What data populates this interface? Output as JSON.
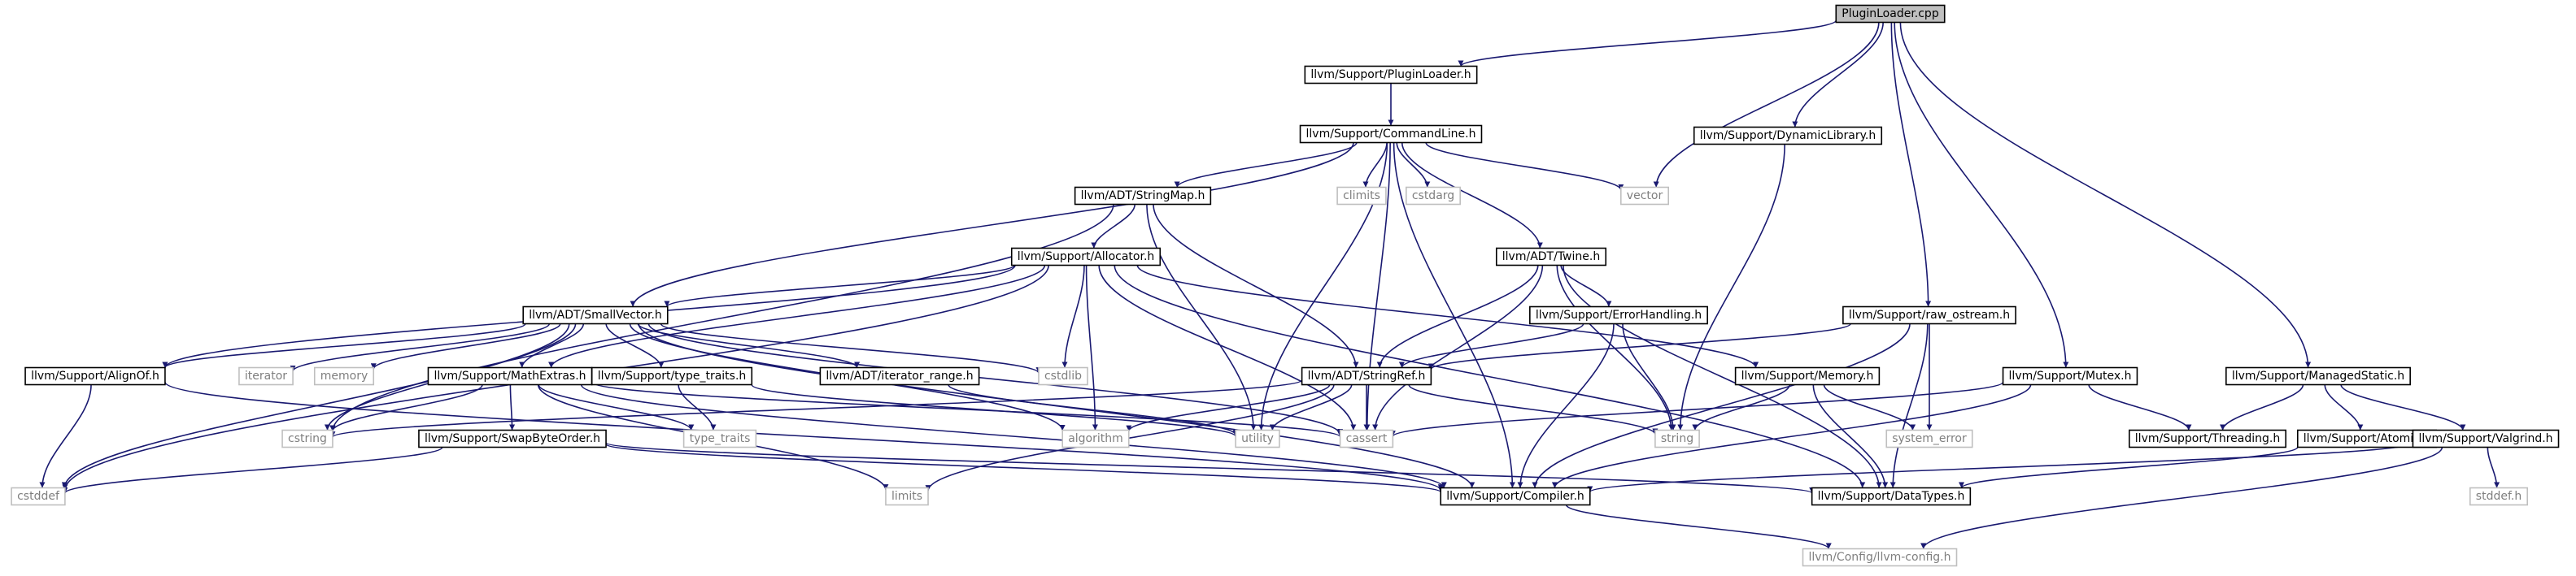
{
  "colors": {
    "edge": "#191970",
    "root_fill": "#bfbfbf",
    "ext_text": "#7f7f7f",
    "ext_border": "#bfbfbf"
  },
  "nodes": [
    {
      "id": "PluginLoader.cpp",
      "label": "PluginLoader.cpp",
      "kind": "root"
    },
    {
      "id": "llvm/Support/PluginLoader.h",
      "label": "llvm/Support/PluginLoader.h",
      "kind": "int"
    },
    {
      "id": "llvm/Support/CommandLine.h",
      "label": "llvm/Support/CommandLine.h",
      "kind": "int"
    },
    {
      "id": "llvm/Support/DynamicLibrary.h",
      "label": "llvm/Support/DynamicLibrary.h",
      "kind": "int"
    },
    {
      "id": "llvm/Support/raw_ostream.h",
      "label": "llvm/Support/raw_ostream.h",
      "kind": "int"
    },
    {
      "id": "llvm/Support/Mutex.h",
      "label": "llvm/Support/Mutex.h",
      "kind": "int"
    },
    {
      "id": "llvm/Support/ManagedStatic.h",
      "label": "llvm/Support/ManagedStatic.h",
      "kind": "int"
    },
    {
      "id": "vector",
      "label": "vector",
      "kind": "ext"
    },
    {
      "id": "llvm/ADT/StringMap.h",
      "label": "llvm/ADT/StringMap.h",
      "kind": "int"
    },
    {
      "id": "climits",
      "label": "climits",
      "kind": "ext"
    },
    {
      "id": "cstdarg",
      "label": "cstdarg",
      "kind": "ext"
    },
    {
      "id": "llvm/ADT/Twine.h",
      "label": "llvm/ADT/Twine.h",
      "kind": "int"
    },
    {
      "id": "llvm/Support/Allocator.h",
      "label": "llvm/Support/Allocator.h",
      "kind": "int"
    },
    {
      "id": "llvm/ADT/SmallVector.h",
      "label": "llvm/ADT/SmallVector.h",
      "kind": "int"
    },
    {
      "id": "llvm/Support/ErrorHandling.h",
      "label": "llvm/Support/ErrorHandling.h",
      "kind": "int"
    },
    {
      "id": "llvm/Support/AlignOf.h",
      "label": "llvm/Support/AlignOf.h",
      "kind": "int"
    },
    {
      "id": "iterator",
      "label": "iterator",
      "kind": "ext"
    },
    {
      "id": "memory",
      "label": "memory",
      "kind": "ext"
    },
    {
      "id": "llvm/Support/MathExtras.h",
      "label": "llvm/Support/MathExtras.h",
      "kind": "int"
    },
    {
      "id": "llvm/Support/type_traits.h",
      "label": "llvm/Support/type_traits.h",
      "kind": "int"
    },
    {
      "id": "llvm/ADT/iterator_range.h",
      "label": "llvm/ADT/iterator_range.h",
      "kind": "int"
    },
    {
      "id": "cstdlib",
      "label": "cstdlib",
      "kind": "ext"
    },
    {
      "id": "llvm/ADT/StringRef.h",
      "label": "llvm/ADT/StringRef.h",
      "kind": "int"
    },
    {
      "id": "llvm/Support/Memory.h",
      "label": "llvm/Support/Memory.h",
      "kind": "int"
    },
    {
      "id": "llvm/Support/Threading.h",
      "label": "llvm/Support/Threading.h",
      "kind": "int"
    },
    {
      "id": "llvm/Support/Atomic.h",
      "label": "llvm/Support/Atomic.h",
      "kind": "int"
    },
    {
      "id": "llvm/Support/Valgrind.h",
      "label": "llvm/Support/Valgrind.h",
      "kind": "int"
    },
    {
      "id": "cstring",
      "label": "cstring",
      "kind": "ext"
    },
    {
      "id": "type_traits",
      "label": "type_traits",
      "kind": "ext"
    },
    {
      "id": "algorithm",
      "label": "algorithm",
      "kind": "ext"
    },
    {
      "id": "utility",
      "label": "utility",
      "kind": "ext"
    },
    {
      "id": "cassert",
      "label": "cassert",
      "kind": "ext"
    },
    {
      "id": "string",
      "label": "string",
      "kind": "ext"
    },
    {
      "id": "system_error",
      "label": "system_error",
      "kind": "ext"
    },
    {
      "id": "llvm/Support/SwapByteOrder.h",
      "label": "llvm/Support/SwapByteOrder.h",
      "kind": "int"
    },
    {
      "id": "stddef.h",
      "label": "stddef.h",
      "kind": "ext"
    },
    {
      "id": "cstddef",
      "label": "cstddef",
      "kind": "ext"
    },
    {
      "id": "limits",
      "label": "limits",
      "kind": "ext"
    },
    {
      "id": "llvm/Support/Compiler.h",
      "label": "llvm/Support/Compiler.h",
      "kind": "int"
    },
    {
      "id": "llvm/Support/DataTypes.h",
      "label": "llvm/Support/DataTypes.h",
      "kind": "int"
    },
    {
      "id": "llvm/Config/llvm-config.h",
      "label": "llvm/Config/llvm-config.h",
      "kind": "ext"
    }
  ],
  "edges": [
    [
      "PluginLoader.cpp",
      "llvm/Support/PluginLoader.h"
    ],
    [
      "PluginLoader.cpp",
      "vector"
    ],
    [
      "PluginLoader.cpp",
      "llvm/Support/DynamicLibrary.h"
    ],
    [
      "PluginLoader.cpp",
      "llvm/Support/raw_ostream.h"
    ],
    [
      "PluginLoader.cpp",
      "llvm/Support/Mutex.h"
    ],
    [
      "PluginLoader.cpp",
      "llvm/Support/ManagedStatic.h"
    ],
    [
      "llvm/Support/PluginLoader.h",
      "llvm/Support/CommandLine.h"
    ],
    [
      "llvm/Support/CommandLine.h",
      "llvm/ADT/StringMap.h"
    ],
    [
      "llvm/Support/CommandLine.h",
      "llvm/ADT/SmallVector.h"
    ],
    [
      "llvm/Support/CommandLine.h",
      "climits"
    ],
    [
      "llvm/Support/CommandLine.h",
      "cstdarg"
    ],
    [
      "llvm/Support/CommandLine.h",
      "vector"
    ],
    [
      "llvm/Support/CommandLine.h",
      "llvm/ADT/Twine.h"
    ],
    [
      "llvm/Support/CommandLine.h",
      "utility"
    ],
    [
      "llvm/Support/CommandLine.h",
      "cassert"
    ],
    [
      "llvm/Support/CommandLine.h",
      "llvm/Support/Compiler.h"
    ],
    [
      "llvm/Support/DynamicLibrary.h",
      "string"
    ],
    [
      "llvm/ADT/StringMap.h",
      "llvm/Support/Allocator.h"
    ],
    [
      "llvm/ADT/StringMap.h",
      "llvm/ADT/StringRef.h"
    ],
    [
      "llvm/ADT/StringMap.h",
      "utility"
    ],
    [
      "llvm/ADT/StringMap.h",
      "cstring"
    ],
    [
      "llvm/Support/Allocator.h",
      "llvm/ADT/SmallVector.h"
    ],
    [
      "llvm/Support/Allocator.h",
      "llvm/Support/AlignOf.h"
    ],
    [
      "llvm/Support/Allocator.h",
      "llvm/Support/MathExtras.h"
    ],
    [
      "llvm/Support/Allocator.h",
      "llvm/Support/Memory.h"
    ],
    [
      "llvm/Support/Allocator.h",
      "cstdlib"
    ],
    [
      "llvm/Support/Allocator.h",
      "algorithm"
    ],
    [
      "llvm/Support/Allocator.h",
      "cassert"
    ],
    [
      "llvm/Support/Allocator.h",
      "cstddef"
    ],
    [
      "llvm/Support/Allocator.h",
      "llvm/Support/DataTypes.h"
    ],
    [
      "llvm/ADT/Twine.h",
      "llvm/ADT/StringRef.h"
    ],
    [
      "llvm/ADT/Twine.h",
      "llvm/Support/ErrorHandling.h"
    ],
    [
      "llvm/ADT/Twine.h",
      "cassert"
    ],
    [
      "llvm/ADT/Twine.h",
      "string"
    ],
    [
      "llvm/ADT/Twine.h",
      "llvm/Support/DataTypes.h"
    ],
    [
      "llvm/ADT/SmallVector.h",
      "llvm/Support/AlignOf.h"
    ],
    [
      "llvm/ADT/SmallVector.h",
      "iterator"
    ],
    [
      "llvm/ADT/SmallVector.h",
      "memory"
    ],
    [
      "llvm/ADT/SmallVector.h",
      "llvm/Support/MathExtras.h"
    ],
    [
      "llvm/ADT/SmallVector.h",
      "llvm/Support/type_traits.h"
    ],
    [
      "llvm/ADT/SmallVector.h",
      "llvm/ADT/iterator_range.h"
    ],
    [
      "llvm/ADT/SmallVector.h",
      "cstdlib"
    ],
    [
      "llvm/ADT/SmallVector.h",
      "cstring"
    ],
    [
      "llvm/ADT/SmallVector.h",
      "cstddef"
    ],
    [
      "llvm/ADT/SmallVector.h",
      "algorithm"
    ],
    [
      "llvm/ADT/SmallVector.h",
      "cassert"
    ],
    [
      "llvm/ADT/SmallVector.h",
      "llvm/Support/Compiler.h"
    ],
    [
      "llvm/Support/ErrorHandling.h",
      "llvm/ADT/StringRef.h"
    ],
    [
      "llvm/Support/ErrorHandling.h",
      "llvm/Support/Compiler.h"
    ],
    [
      "llvm/Support/ErrorHandling.h",
      "string"
    ],
    [
      "llvm/Support/raw_ostream.h",
      "llvm/ADT/StringRef.h"
    ],
    [
      "llvm/Support/raw_ostream.h",
      "system_error"
    ],
    [
      "llvm/Support/raw_ostream.h",
      "llvm/Support/Compiler.h"
    ],
    [
      "llvm/Support/raw_ostream.h",
      "llvm/Support/DataTypes.h"
    ],
    [
      "llvm/Support/Mutex.h",
      "cassert"
    ],
    [
      "llvm/Support/Mutex.h",
      "llvm/Support/Threading.h"
    ],
    [
      "llvm/Support/Mutex.h",
      "llvm/Support/Compiler.h"
    ],
    [
      "llvm/Support/ManagedStatic.h",
      "llvm/Support/Threading.h"
    ],
    [
      "llvm/Support/ManagedStatic.h",
      "llvm/Support/Atomic.h"
    ],
    [
      "llvm/Support/ManagedStatic.h",
      "llvm/Support/Valgrind.h"
    ],
    [
      "llvm/Support/AlignOf.h",
      "cstddef"
    ],
    [
      "llvm/Support/AlignOf.h",
      "llvm/Support/Compiler.h"
    ],
    [
      "llvm/Support/MathExtras.h",
      "cstring"
    ],
    [
      "llvm/Support/MathExtras.h",
      "type_traits"
    ],
    [
      "llvm/Support/MathExtras.h",
      "llvm/Support/SwapByteOrder.h"
    ],
    [
      "llvm/Support/MathExtras.h",
      "limits"
    ],
    [
      "llvm/Support/MathExtras.h",
      "cassert"
    ],
    [
      "llvm/Support/MathExtras.h",
      "llvm/Support/Compiler.h"
    ],
    [
      "llvm/Support/type_traits.h",
      "type_traits"
    ],
    [
      "llvm/Support/type_traits.h",
      "utility"
    ],
    [
      "llvm/ADT/iterator_range.h",
      "utility"
    ],
    [
      "llvm/ADT/StringRef.h",
      "cstring"
    ],
    [
      "llvm/ADT/StringRef.h",
      "algorithm"
    ],
    [
      "llvm/ADT/StringRef.h",
      "utility"
    ],
    [
      "llvm/ADT/StringRef.h",
      "cassert"
    ],
    [
      "llvm/ADT/StringRef.h",
      "string"
    ],
    [
      "llvm/ADT/StringRef.h",
      "limits"
    ],
    [
      "llvm/Support/Memory.h",
      "string"
    ],
    [
      "llvm/Support/Memory.h",
      "system_error"
    ],
    [
      "llvm/Support/Memory.h",
      "llvm/Support/DataTypes.h"
    ],
    [
      "llvm/Support/SwapByteOrder.h",
      "cstddef"
    ],
    [
      "llvm/Support/SwapByteOrder.h",
      "llvm/Support/Compiler.h"
    ],
    [
      "llvm/Support/SwapByteOrder.h",
      "llvm/Support/DataTypes.h"
    ],
    [
      "llvm/Support/Atomic.h",
      "llvm/Support/DataTypes.h"
    ],
    [
      "llvm/Support/Valgrind.h",
      "stddef.h"
    ],
    [
      "llvm/Support/Valgrind.h",
      "llvm/Support/Compiler.h"
    ],
    [
      "llvm/Support/Valgrind.h",
      "llvm/Config/llvm-config.h"
    ],
    [
      "llvm/Support/Compiler.h",
      "llvm/Config/llvm-config.h"
    ]
  ]
}
